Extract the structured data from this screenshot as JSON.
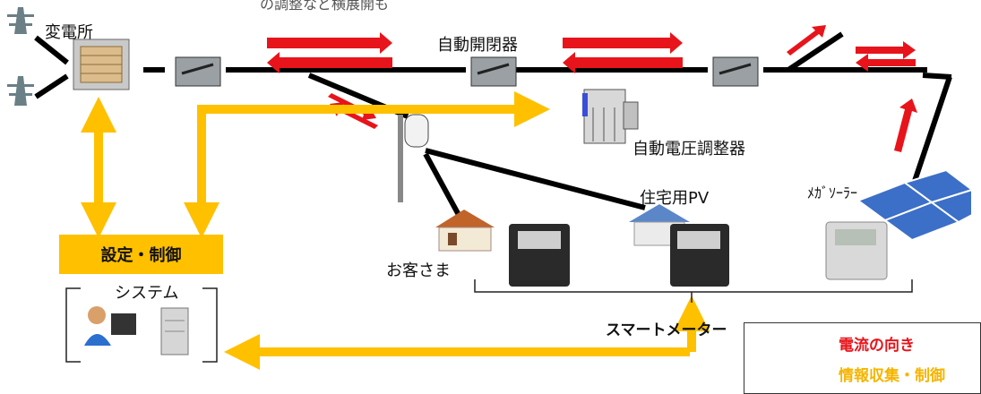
{
  "title": "の調整など横展開も",
  "labels": {
    "substation": "変電所",
    "auto_switch": "自動開閉器",
    "auto_voltage_regulator": "自動電圧調整器",
    "residential_pv": "住宅用PV",
    "mega_solar": "ﾒｶﾞｿｰﾗｰ",
    "customer": "お客さま",
    "smart_meter": "スマートメーター",
    "control_box": "設定・制御",
    "system": "システム"
  },
  "legend": {
    "current_direction": "電流の向き",
    "info_collection": "情報収集・制御"
  },
  "colors": {
    "current": "#E8141B",
    "info": "#FFC000",
    "line": "#000000"
  },
  "icons": [
    "transmission-tower-icon",
    "transformer-icon",
    "switch-icon",
    "utility-pole-icon",
    "house-icon",
    "pv-house-icon",
    "solar-panel-icon",
    "meter-icon",
    "operator-icon",
    "server-icon",
    "voltage-regulator-icon"
  ]
}
